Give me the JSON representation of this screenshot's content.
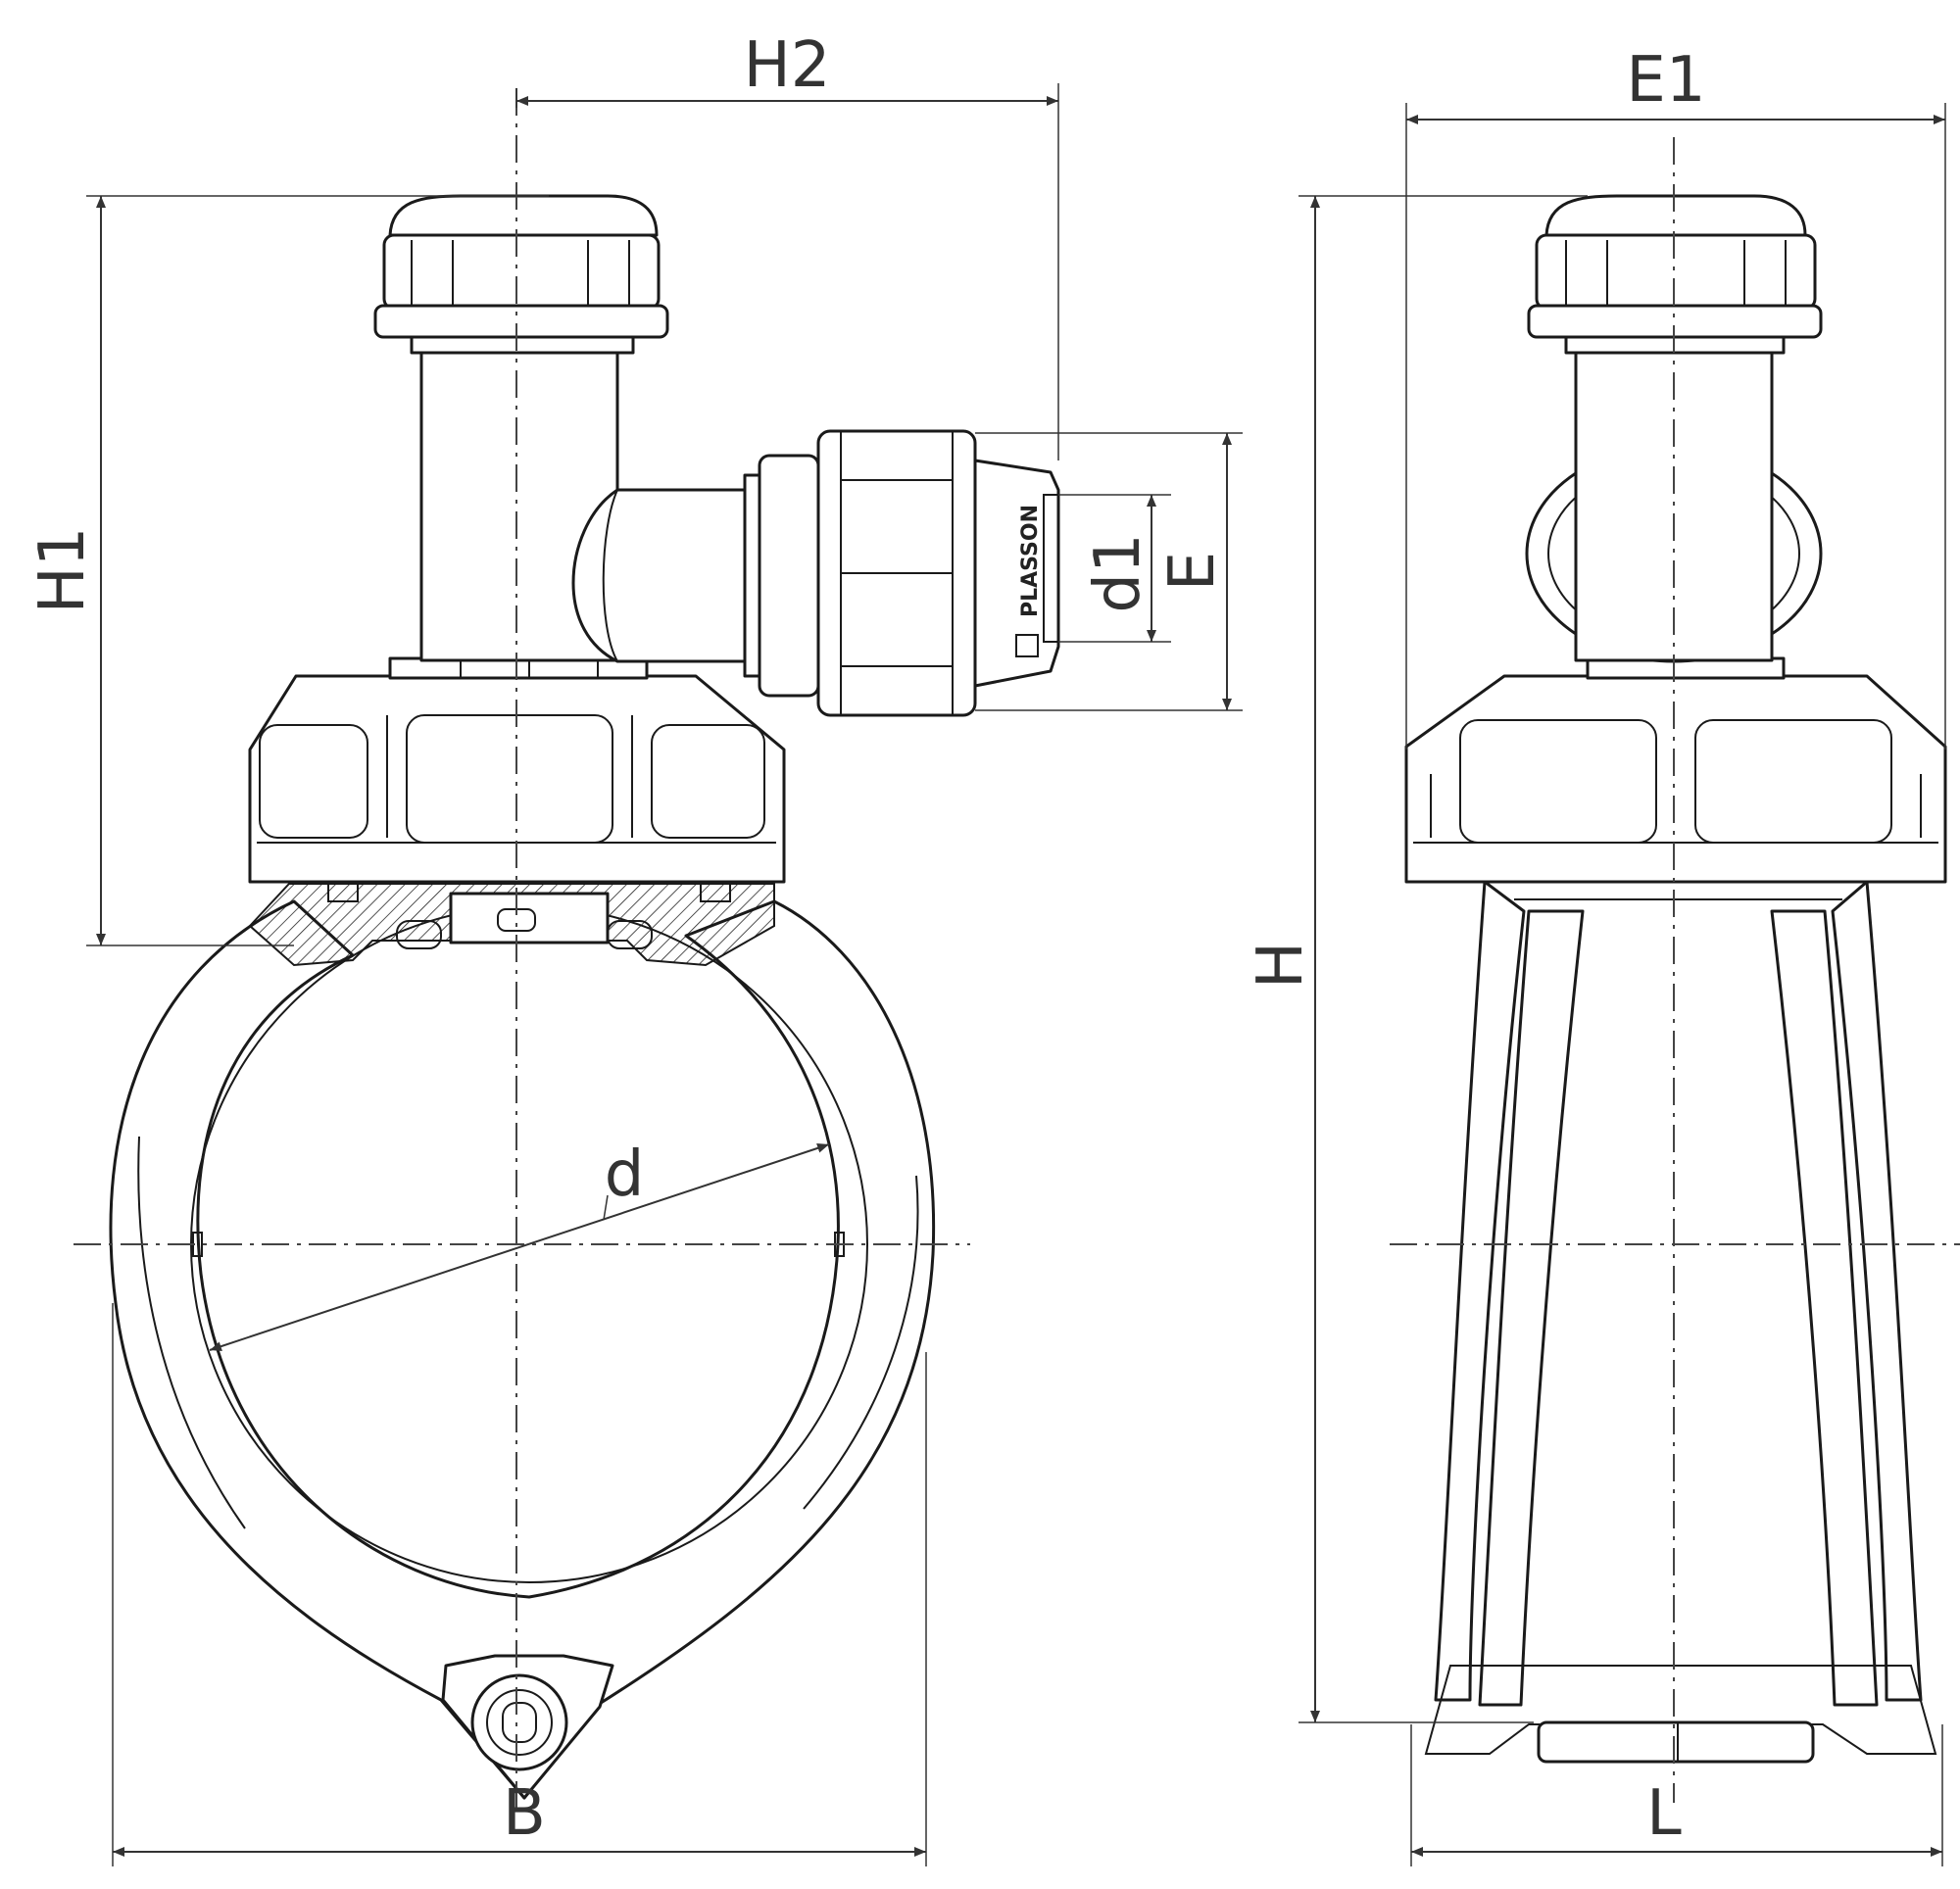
{
  "labels": {
    "H": "H",
    "H1": "H1",
    "H2": "H2",
    "E": "E",
    "E1": "E1",
    "d": "d",
    "d1": "d1",
    "B": "B",
    "L": "L"
  },
  "brand": {
    "logo_text": "PLASSON"
  },
  "colors": {
    "line": "#1a1a1a",
    "dimension": "#333333",
    "background": "#ffffff"
  }
}
